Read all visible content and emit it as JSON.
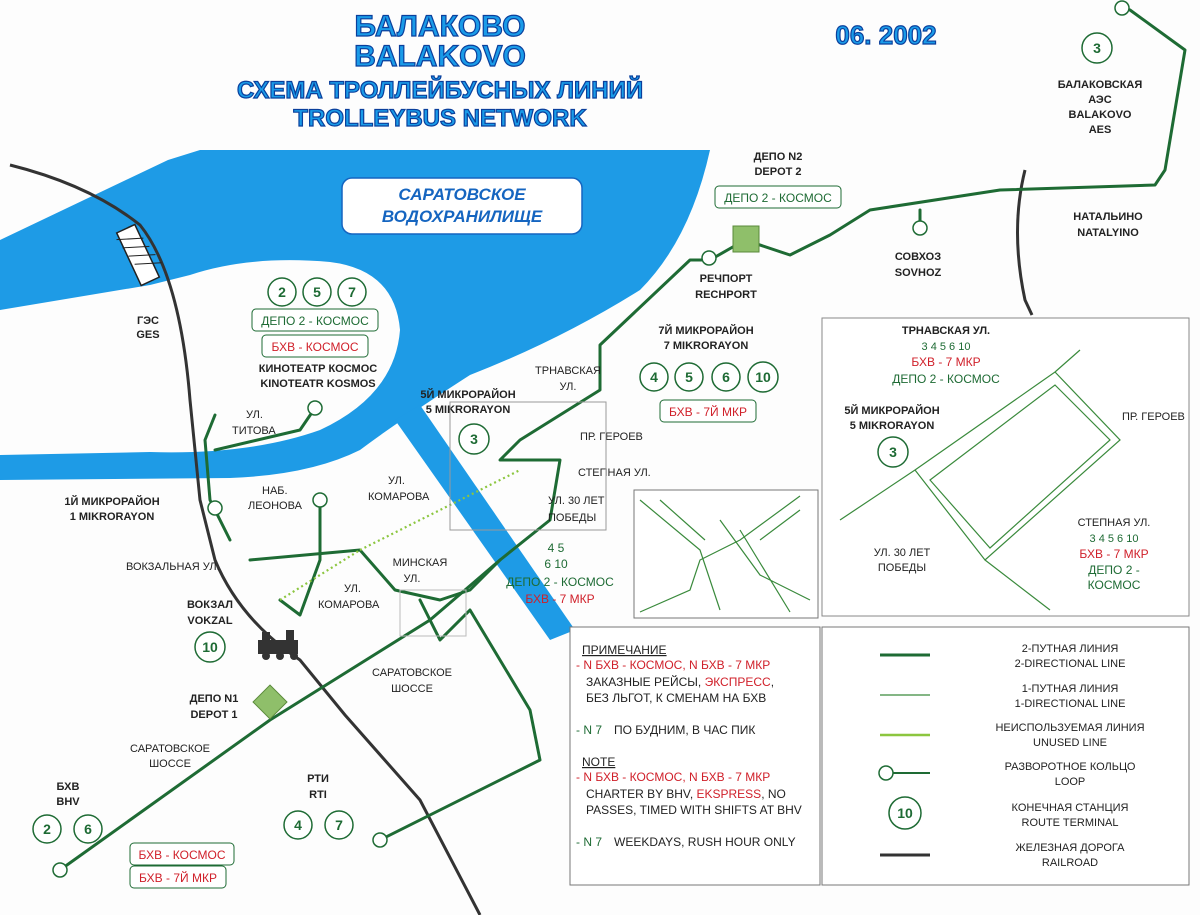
{
  "header": {
    "title_ru": "БАЛАКОВО",
    "title_en": "BALAKOVO",
    "subtitle_ru": "СХЕМА ТРОЛЛЕЙБУСНЫХ ЛИНИЙ",
    "subtitle_en": "TROLLEYBUS NETWORK",
    "date": "06. 2002"
  },
  "water": {
    "name_line1": "САРАТОВСКОЕ",
    "name_line2": "ВОДОХРАНИЛИЩЕ",
    "color": "#1e9be6"
  },
  "labels": {
    "ges_ru": "ГЭС",
    "ges_en": "GES",
    "kino_ru": "КИНОТЕАТР КОСМОС",
    "kino_en": "KINOTEATR KOSMOS",
    "titova_1": "УЛ.",
    "titova_2": "ТИТОВА",
    "mkr1_ru": "1Й МИКРОРАЙОН",
    "mkr1_en": "1 MIKRORAYON",
    "nab_1": "НАБ.",
    "nab_2": "ЛЕОНОВА",
    "komarova_a1": "УЛ.",
    "komarova_a2": "КОМАРОВА",
    "komarova_b1": "УЛ.",
    "komarova_b2": "КОМАРОВА",
    "vokzalnaya": "ВОКЗАЛЬНАЯ УЛ.",
    "vokzal_ru": "ВОКЗАЛ",
    "vokzal_en": "VOKZAL",
    "depot1_ru": "ДЕПО N1",
    "depot1_en": "DEPOT 1",
    "saratov_sh_a1": "САРАТОВСКОЕ",
    "saratov_sh_a2": "ШОССЕ",
    "saratov_sh_b1": "САРАТОВСКОЕ",
    "saratov_sh_b2": "ШОССЕ",
    "bhv_ru": "БХВ",
    "bhv_en": "BHV",
    "rti_ru": "РТИ",
    "rti_en": "RTI",
    "minskaya_1": "МИНСКАЯ",
    "minskaya_2": "УЛ.",
    "mkr5_ru": "5Й МИКРОРАЙОН",
    "mkr5_en": "5 MIKRORAYON",
    "trnav_1": "ТРНАВСКАЯ",
    "trnav_2": "УЛ.",
    "geroev": "ПР. ГЕРОЕВ",
    "stepnaya": "СТЕПНАЯ УЛ.",
    "let30_1": "УЛ. 30 ЛЕТ",
    "let30_2": "ПОБЕДЫ",
    "mkr7_ru": "7Й МИКРОРАЙОН",
    "mkr7_en": "7 MIKRORAYON",
    "rechport_ru": "РЕЧПОРТ",
    "rechport_en": "RECHPORT",
    "depot2_ru": "ДЕПО N2",
    "depot2_en": "DEPOT 2",
    "sovhoz_ru": "СОВХОЗ",
    "sovhoz_en": "SOVHOZ",
    "natal_ru": "НАТАЛЬИНО",
    "natal_en": "NATALYINO",
    "aes_1": "БАЛАКОВСКАЯ",
    "aes_2": "АЭС",
    "aes_3": "BALAKOVO",
    "aes_4": "AES"
  },
  "route_tags": {
    "depot2_kosmos": "ДЕПО 2 - КОСМОС",
    "bhv_kosmos": "БХВ - КОСМОС",
    "bhv_7mkr": "БХВ - 7Й МКР",
    "bhv_7mkr_b": "БХВ - 7 МКР"
  },
  "route_numbers": {
    "kosmos": [
      "2",
      "5",
      "7"
    ],
    "mkr7": [
      "4",
      "5",
      "6",
      "10"
    ],
    "bhv": [
      "2",
      "6"
    ],
    "rti": [
      "4",
      "7"
    ],
    "vokzal": "10",
    "mkr5": "3",
    "aes": "3",
    "minskaya_top": "4   5",
    "minskaya_bottom": "6  10"
  },
  "inset": {
    "trnav": "ТРНАВСКАЯ УЛ.",
    "trnav_routes": "3  4  5  6  10",
    "bhv7": "БХВ - 7 МКР",
    "depot2": "ДЕПО 2 - КОСМОС",
    "mkr5_ru": "5Й МИКРОРАЙОН",
    "mkr5_en": "5 MIKRORAYON",
    "mkr5_num": "3",
    "geroev": "ПР. ГЕРОЕВ",
    "let30_1": "УЛ. 30 ЛЕТ",
    "let30_2": "ПОБЕДЫ",
    "stepnaya": "СТЕПНАЯ УЛ.",
    "step_routes": "3  4  5  6  10",
    "step_bhv": "БХВ - 7 МКР",
    "step_depot_1": "ДЕПО 2 -",
    "step_depot_2": "КОСМОС"
  },
  "notes": {
    "ru_head": "ПРИМЕЧАНИЕ",
    "ru_l1_pre": "- N БХВ - КОСМОС, N БХВ - 7 МКР",
    "ru_l2_pre": "ЗАКАЗНЫЕ РЕЙСЫ, ",
    "ru_l2_red": "ЭКСПРЕСС",
    "ru_l2_post": ",",
    "ru_l3": "БЕЗ ЛЬГОТ, К СМЕНАМ НА БХВ",
    "ru_n7_num": "- N 7",
    "ru_n7_text": "ПО БУДНИМ, В ЧАС ПИК",
    "en_head": "NOTE",
    "en_l1": "- N БХВ - КОСМОС, N БХВ - 7 МКР",
    "en_l2_pre": "CHARTER BY BHV, ",
    "en_l2_red": "EKSPRESS",
    "en_l2_post": ", NO",
    "en_l3": "PASSES, TIMED WITH SHIFTS AT BHV",
    "en_n7_num": "- N 7",
    "en_n7_text": "WEEKDAYS, RUSH HOUR ONLY"
  },
  "legend": [
    {
      "ru": "2-ПУТНАЯ ЛИНИЯ",
      "en": "2-DIRECTIONAL LINE",
      "symbol": "double-line"
    },
    {
      "ru": "1-ПУТНАЯ ЛИНИЯ",
      "en": "1-DIRECTIONAL  LINE",
      "symbol": "single-line"
    },
    {
      "ru": "НЕИСПОЛЬЗУЕМАЯ ЛИНИЯ",
      "en": "UNUSED LINE",
      "symbol": "unused-line"
    },
    {
      "ru": "РАЗВОРОТНОЕ КОЛЬЦО",
      "en": "LOOP",
      "symbol": "loop"
    },
    {
      "ru": "КОНЕЧНАЯ СТАНЦИЯ",
      "en": "ROUTE TERMINAL",
      "symbol": "terminal",
      "num": "10"
    },
    {
      "ru": "ЖЕЛЕЗНАЯ ДОРОГА",
      "en": "RAILROAD",
      "symbol": "railroad"
    }
  ],
  "colors": {
    "line": "#1e6b34",
    "unused": "#8cc63f",
    "accent_red": "#d0202a",
    "water": "#1e9be6",
    "depot": "#8fbf6a"
  }
}
